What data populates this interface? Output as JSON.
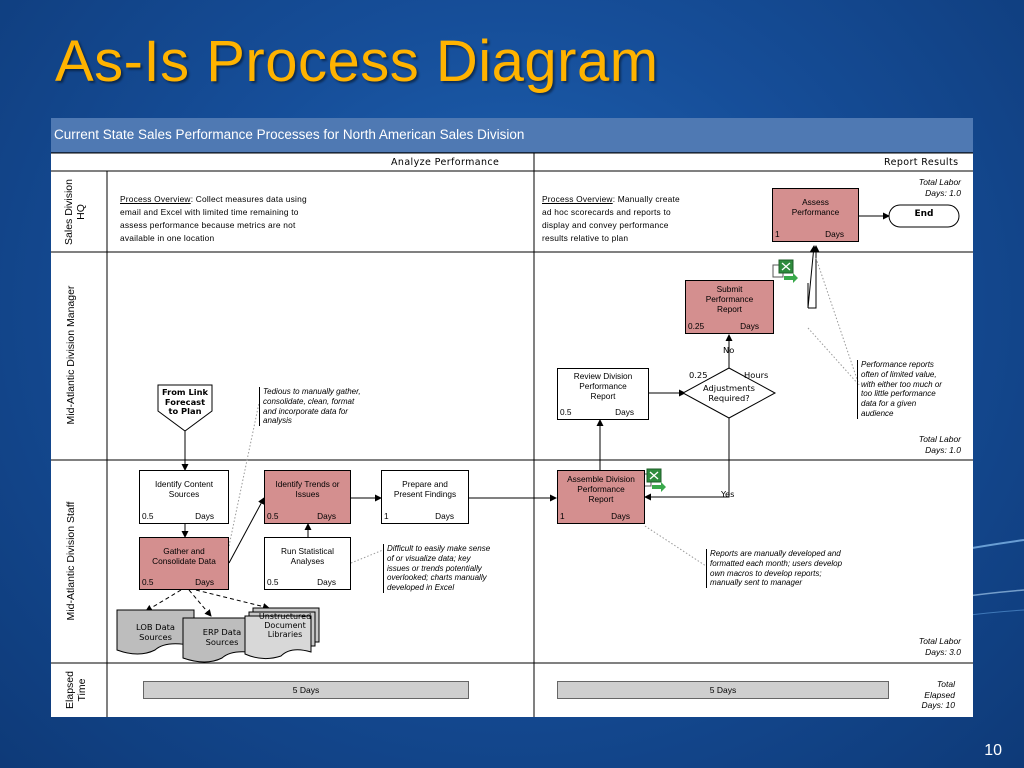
{
  "slide": {
    "title": "As-Is Process Diagram",
    "page_number": "10"
  },
  "diagram": {
    "header": "Current State Sales Performance Processes for North American Sales Division",
    "phases": [
      "Analyze Performance",
      "Report Results"
    ],
    "lanes": [
      "Sales Division\nHQ",
      "Mid-Atlantic Division Manager",
      "Mid-Atlantic Division Staff",
      "Elapsed\nTime"
    ],
    "overview_label": "Process Overview",
    "overview_left": ": Collect measures data using\nemail and Excel with limited time remaining to\nassess performance because metrics are not\navailable in one location",
    "overview_right": ": Manually create\nad hoc scorecards and reports to\ndisplay and convey performance\nresults relative to plan",
    "labor": {
      "hq": "Total Labor\nDays: 1.0",
      "manager": "Total Labor\nDays: 1.0",
      "staff": "Total Labor\nDays: 3.0",
      "elapsed": "Total\nElapsed\nDays: 10"
    },
    "bars": [
      "5 Days",
      "5 Days"
    ],
    "days_unit": "Days",
    "hours_unit": "Hours",
    "boxes": {
      "identify_content": {
        "label": "Identify Content\nSources",
        "value": "0.5"
      },
      "gather": {
        "label": "Gather and\nConsolidate Data",
        "value": "0.5"
      },
      "identify_trends": {
        "label": "Identify Trends or\nIssues",
        "value": "0.5"
      },
      "run_stats": {
        "label": "Run Statistical\nAnalyses",
        "value": "0.5"
      },
      "prepare": {
        "label": "Prepare and\nPresent Findings",
        "value": "1"
      },
      "assemble": {
        "label": "Assemble Division\nPerformance\nReport",
        "value": "1"
      },
      "review": {
        "label": "Review Division\nPerformance\nReport",
        "value": "0.5"
      },
      "submit": {
        "label": "Submit\nPerformance\nReport",
        "value": "0.25"
      },
      "assess": {
        "label": "Assess\nPerformance",
        "value": "1"
      }
    },
    "from_link": "From Link\nForecast\nto Plan",
    "end_label": "End",
    "decision": {
      "label": "Adjustments\nRequired?",
      "value": "0.25",
      "yes": "Yes",
      "no": "No"
    },
    "data_sources": [
      "LOB Data\nSources",
      "ERP Data\nSources",
      "Unstructured\nDocument\nLibraries"
    ],
    "notes": {
      "tedious": "Tedious to manually gather,\nconsolidate, clean, format\nand incorporate data for\nanalysis",
      "difficult": "Difficult to easily make sense\nof or visualize data; key\nissues or trends potentially\noverlooked; charts manually\ndeveloped in Excel",
      "reports_dev": "Reports are manually developed and\nformatted each month; users develop\nown macros to develop reports;\nmanually sent to manager",
      "reports_limited": "Performance reports\noften of limited value,\nwith either too much or\ntoo little performance\ndata for a given\naudience"
    },
    "icons": [
      "excel-attachment-icon",
      "excel-attachment-icon"
    ]
  }
}
